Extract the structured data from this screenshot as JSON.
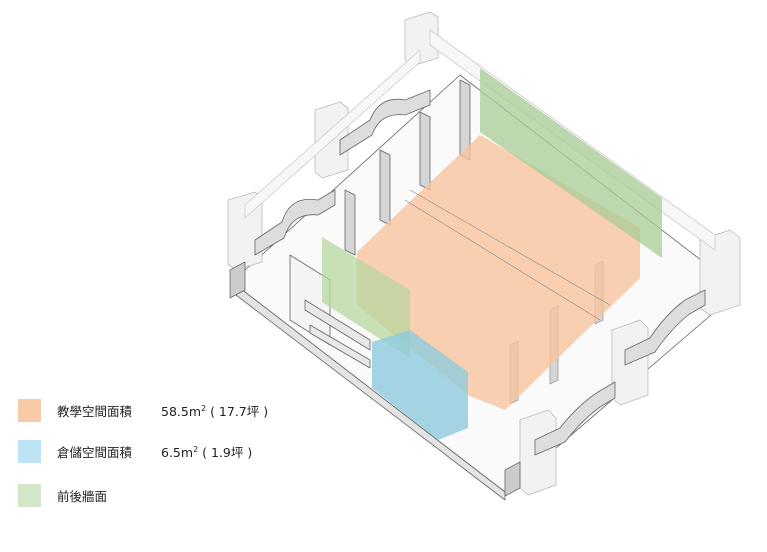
{
  "legend": [
    {
      "label": "教學空間面積",
      "value": "58.5m",
      "sup": "2",
      "value_suffix": " ( 17.7坪 )",
      "color": "#f8cba6"
    },
    {
      "label": "倉儲空間面積",
      "value": "6.5m",
      "sup": "2",
      "value_suffix": " ( 1.9坪 )",
      "color": "#bde3f5"
    },
    {
      "label": "前後牆面",
      "value": "",
      "sup": "",
      "value_suffix": "",
      "color": "#d5e6c8"
    }
  ]
}
